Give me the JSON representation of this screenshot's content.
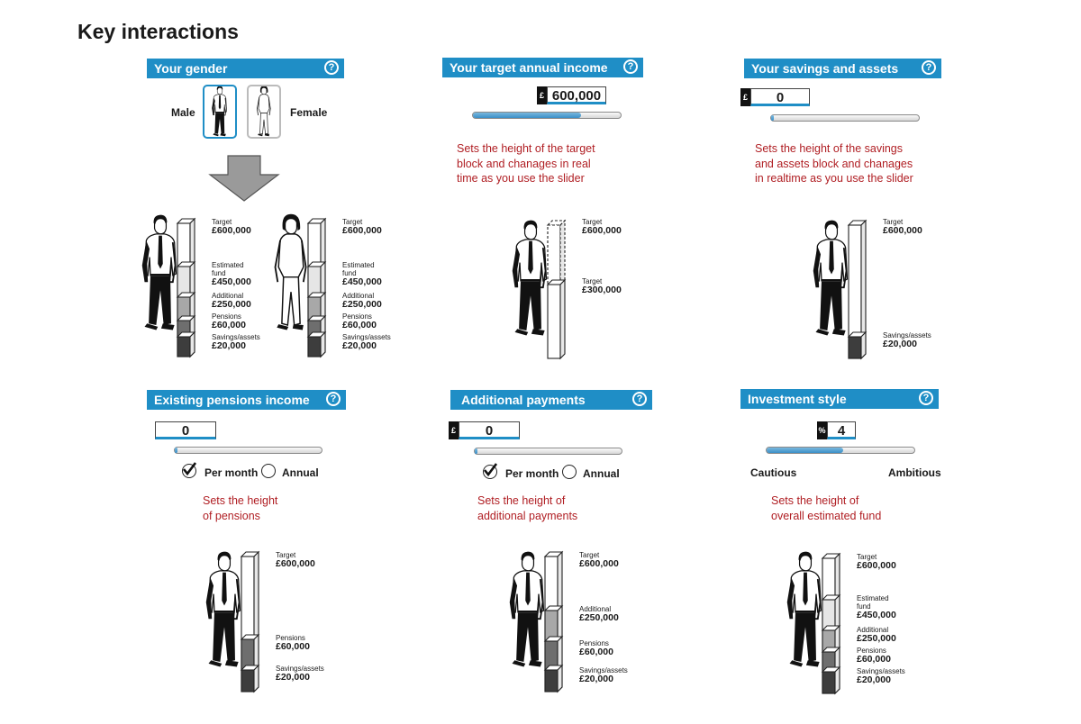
{
  "title": "Key interactions",
  "help_glyph": "?",
  "currency_tag": "£",
  "percent_tag": "%",
  "gender": {
    "header": "Your gender",
    "male_label": "Male",
    "female_label": "Female"
  },
  "target_income": {
    "header": "Your target annual income",
    "value": "600,000",
    "slider_fraction": 0.73,
    "note_lines": [
      "Sets the height of the target",
      "block and chanages in real",
      "time as you use the slider"
    ]
  },
  "savings": {
    "header": "Your savings and assets",
    "value": "0",
    "slider_fraction": 0.02,
    "note_lines": [
      "Sets the height of the savings",
      "and assets block and chanages",
      "in realtime as you use the slider"
    ]
  },
  "pensions": {
    "header": "Existing pensions income",
    "value": "0",
    "slider_fraction": 0.02,
    "option_per_month": "Per month",
    "option_annual": "Annual",
    "note_lines": [
      "Sets the height",
      "of pensions"
    ]
  },
  "additional": {
    "header": "Additional payments",
    "value": "0",
    "slider_fraction": 0.02,
    "option_per_month": "Per month",
    "option_annual": "Annual",
    "note_lines": [
      "Sets the height of",
      "additional payments"
    ]
  },
  "investment": {
    "header": "Investment style",
    "value": "4",
    "slider_fraction": 0.52,
    "left_label": "Cautious",
    "right_label": "Ambitious",
    "note_lines": [
      "Sets the height of",
      "overall estimated fund"
    ]
  },
  "labels": {
    "target": "Target",
    "estimated_fund": "Estimated fund",
    "additional": "Additional",
    "pensions": "Pensions",
    "savings_assets": "Savings/assets",
    "savings_assets_cap": "Savings/assets",
    "v600": "£600,000",
    "v450": "£450,000",
    "v250": "£250,000",
    "v60": "£60,000",
    "v20": "£20,000",
    "v300": "£300,000"
  }
}
